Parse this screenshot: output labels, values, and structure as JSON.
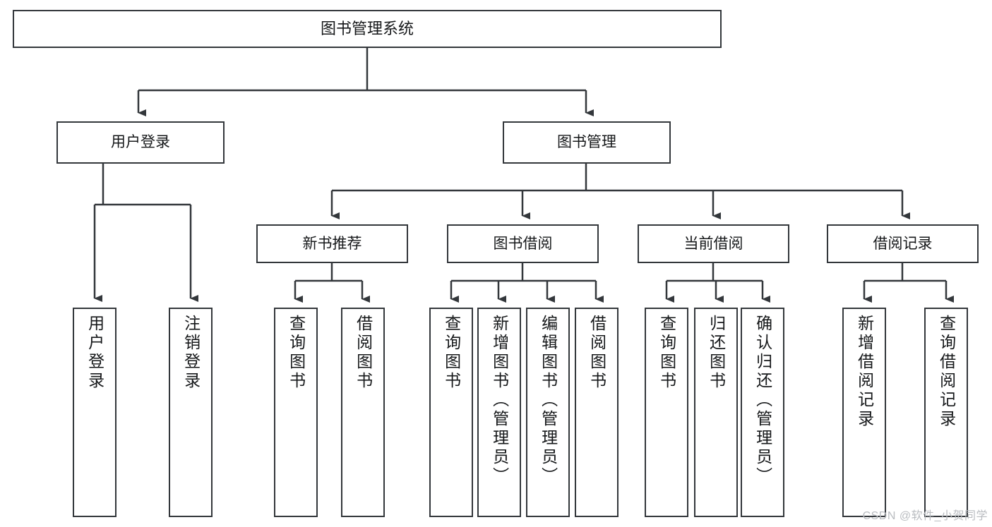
{
  "diagram": {
    "title": "图书管理系统",
    "root": {
      "label": "图书管理系统"
    },
    "level2": [
      {
        "label": "用户登录"
      },
      {
        "label": "图书管理"
      }
    ],
    "level3": [
      {
        "label": "新书推荐"
      },
      {
        "label": "图书借阅"
      },
      {
        "label": "当前借阅"
      },
      {
        "label": "借阅记录"
      }
    ],
    "leaves": {
      "user_login": [
        {
          "label": "用户登录"
        },
        {
          "label": "注销登录"
        }
      ],
      "new_book_rec": [
        {
          "label": "查询图书"
        },
        {
          "label": "借阅图书"
        }
      ],
      "book_borrow": [
        {
          "label": "查询图书"
        },
        {
          "label": "新增图书（管理员）"
        },
        {
          "label": "编辑图书（管理员）"
        },
        {
          "label": "借阅图书"
        }
      ],
      "current_borrow": [
        {
          "label": "查询图书"
        },
        {
          "label": "归还图书"
        },
        {
          "label": "确认归还（管理员）"
        }
      ],
      "borrow_record": [
        {
          "label": "新增借阅记录"
        },
        {
          "label": "查询借阅记录"
        }
      ]
    }
  },
  "watermark": {
    "text": "CSDN @软件_小贺同学"
  },
  "colors": {
    "stroke": "#33373b",
    "text": "#16181a",
    "background": "#ffffff",
    "watermark": "#b9bcc0"
  }
}
